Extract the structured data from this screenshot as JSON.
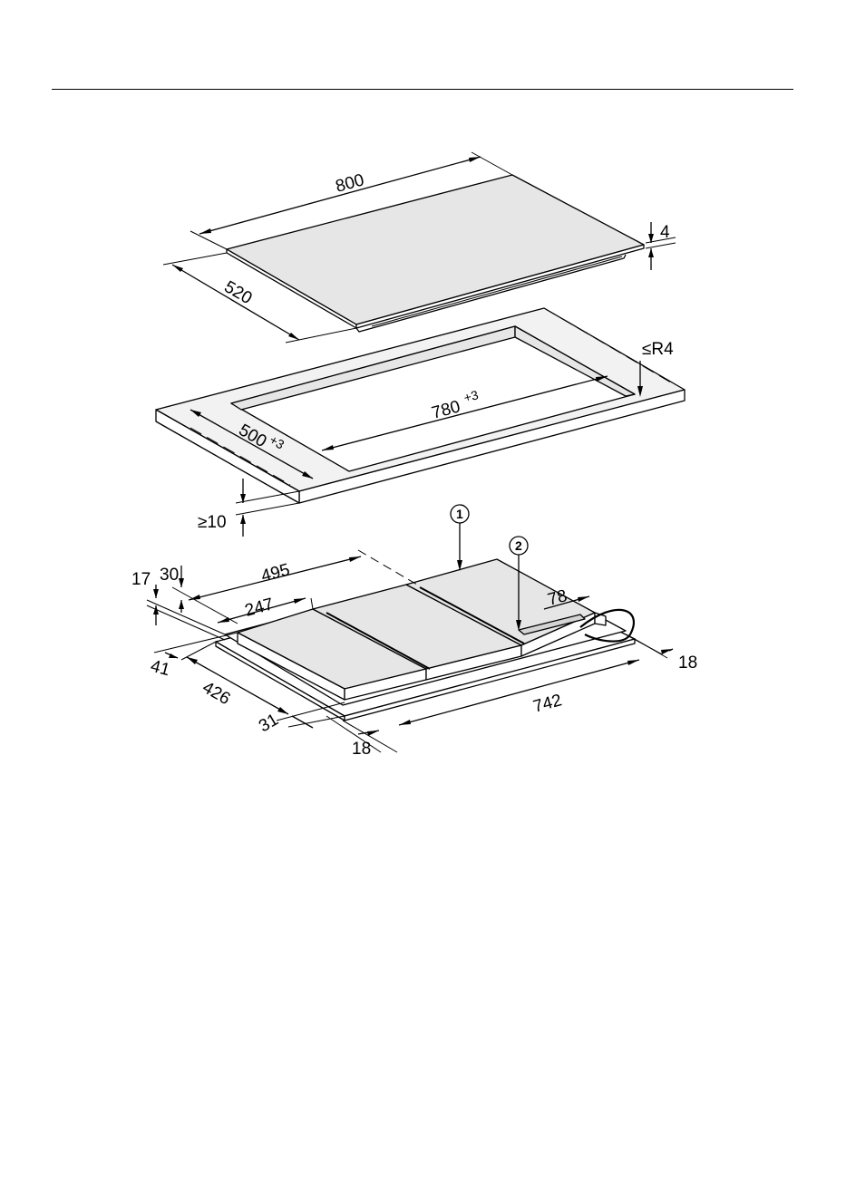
{
  "hob": {
    "width_label": "800",
    "depth_label": "520",
    "thickness_label": "4"
  },
  "cutout": {
    "width_label": "780",
    "width_tolerance": "+3",
    "depth_label": "500",
    "depth_tolerance": "+3",
    "radius_label": "≤R4",
    "min_gap_label": "≥10"
  },
  "underside": {
    "marker_1": "1",
    "marker_2": "2",
    "dim_495": "495",
    "dim_247": "247",
    "dim_78": "78",
    "dim_17": "17",
    "dim_30": "30",
    "dim_41": "41",
    "dim_426": "426",
    "dim_31": "31",
    "dim_18_front": "18",
    "dim_742": "742",
    "dim_18_right": "18"
  }
}
